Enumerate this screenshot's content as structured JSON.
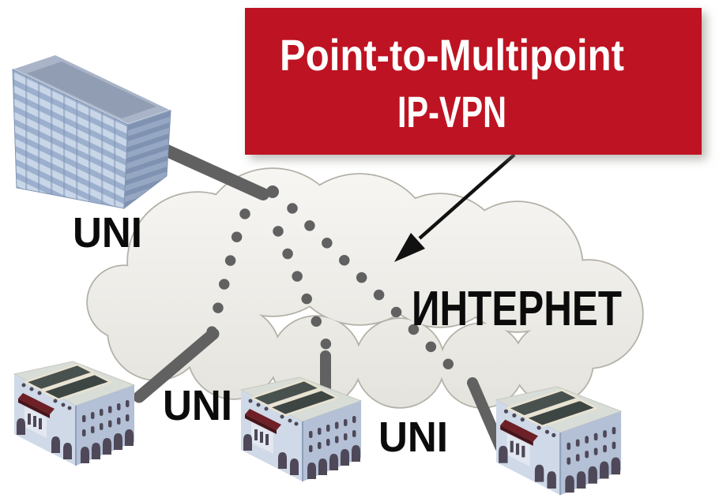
{
  "banner": {
    "line1": "Point-to-Multipoint",
    "line2": "IP-VPN",
    "bg_color": "#be1322",
    "text_color": "#ffffff"
  },
  "cloud": {
    "label": "ИНТЕРНЕТ",
    "fill_top": "#f7f6f3",
    "fill_bottom": "#e4e3dd",
    "border_color": "#b3b1a7"
  },
  "labels": {
    "uni_top_left": "UNI",
    "uni_bottom_left": "UNI",
    "uni_bottom_middle": "UNI"
  },
  "connections": {
    "line_color": "#616161",
    "dot_color": "#616161",
    "arrow_color": "#111111"
  }
}
